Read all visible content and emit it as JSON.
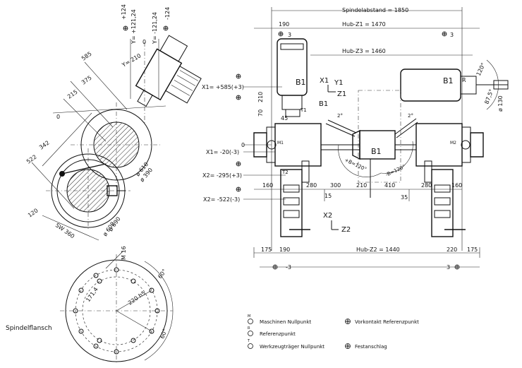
{
  "left_view": {
    "y_labels": [
      "Y= +121,24",
      "+124",
      "Y= -121,24",
      "-124"
    ],
    "y0_label": "0",
    "y210_label": "Y= 210",
    "dims": [
      "585",
      "375",
      "215",
      "0",
      "342",
      "522",
      "120"
    ],
    "dia_610": "ø 610",
    "dia_390": "ø 390",
    "dia_690": "ø 690",
    "dia_600": "ø 600",
    "sw": "SW 360"
  },
  "flange": {
    "title": "Spindelflansch",
    "m16": "M 16",
    "angle_top": "60°",
    "angle_bottom": "60°",
    "d171": "171,4",
    "d220": "220 h5"
  },
  "main": {
    "spindelabstand": "Spindelabstand = 1850",
    "hub_z1": "Hub-Z1 = 1470",
    "hub_z3": "Hub-Z3 = 1460",
    "hub_z2": "Hub-Z2 = 1440",
    "top_190": "190",
    "top_3_left": "3",
    "top_3_right": "3",
    "x1_label": "X1= +585(+3)",
    "x1m_label": "X1= -20(-3)",
    "x2_label": "X2= -295(+3)",
    "x2m_label": "X2= -522(-3)",
    "zero": "0",
    "v210": "210",
    "v70": "70",
    "v45": "45",
    "b1_left": "B1",
    "b1_right": "B1",
    "b1_center": "B1",
    "b1_axis": "B1",
    "x1": "X1",
    "y1": "Y1",
    "z1": "Z1",
    "x2": "X2",
    "z2": "Z2",
    "t1": "T1",
    "t2": "T2",
    "m1": "M1",
    "m2": "M2",
    "r": "R",
    "ang_120": "120°",
    "ang_875": "87,5°",
    "dia_130": "ø 130",
    "ang_2_left": "2°",
    "ang_2_right": "2°",
    "b_left": "+B=120°",
    "b_right": "-B=120°",
    "bottom_dims": [
      "160",
      "280",
      "300",
      "210",
      "410",
      "280",
      "160"
    ],
    "d15": "15",
    "d35": "35",
    "row2": [
      "175",
      "190",
      "220",
      "175"
    ],
    "minus3_left": "-3",
    "minus3_right": "3"
  },
  "legend": {
    "items": [
      {
        "sym": "M",
        "text": "Maschinen Nullpunkt"
      },
      {
        "sym": "R",
        "text": "Referenzpunkt"
      },
      {
        "sym": "T",
        "text": "Werkzeugträger Nullpunkt"
      },
      {
        "sym": "cross",
        "text": "Vorkontakt Referenzpunkt"
      },
      {
        "sym": "cross2",
        "text": "Festanschlag"
      }
    ]
  }
}
